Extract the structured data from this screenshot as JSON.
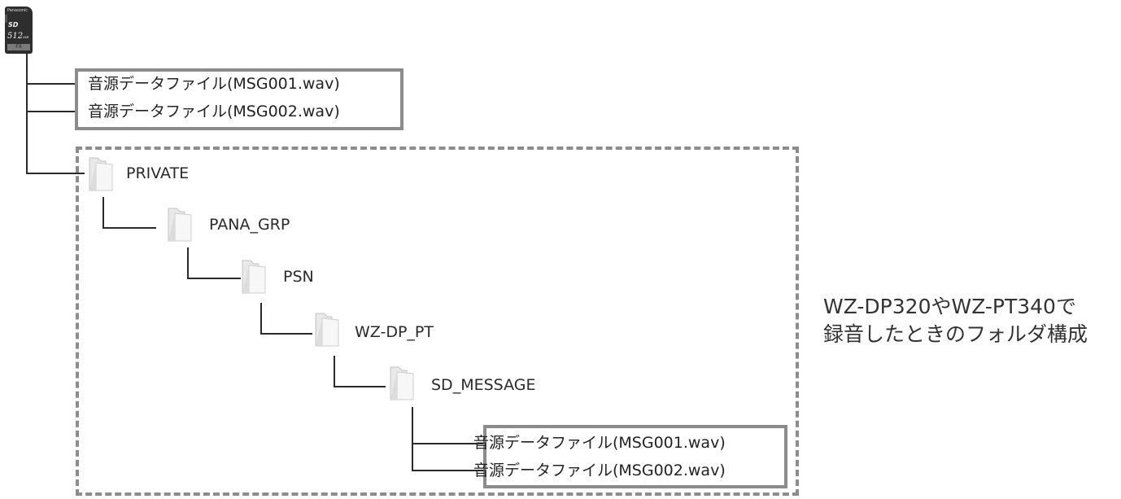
{
  "sd_card": {
    "brand": "Panasonic",
    "logo": "SD",
    "capacity": "512",
    "capacity_unit": "MB",
    "band_text": "FX"
  },
  "root_files": [
    "音源データファイル(MSG001.wav)",
    "音源データファイル(MSG002.wav)"
  ],
  "folders": [
    "PRIVATE",
    "PANA_GRP",
    "PSN",
    "WZ-DP_PT",
    "SD_MESSAGE"
  ],
  "message_files": [
    "音源データファイル(MSG001.wav)",
    "音源データファイル(MSG002.wav)"
  ],
  "caption": {
    "line1": "WZ-DP320やWZ-PT340で",
    "line2": "録音したときのフォルダ構成"
  },
  "colors": {
    "box_border": "#8c8c8c",
    "tree_line": "#2b2b2b",
    "text": "#222222"
  },
  "icons": {
    "folder": "folder-icon",
    "sd_card": "sd-card-icon"
  }
}
